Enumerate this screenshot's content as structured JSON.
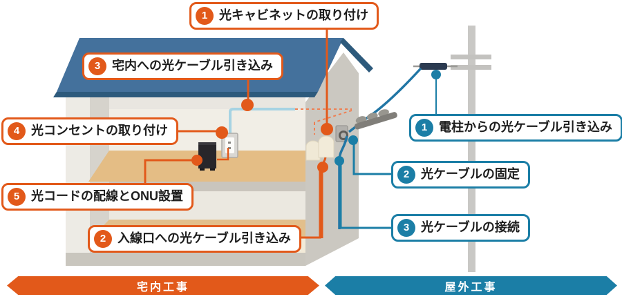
{
  "indoor": {
    "accent": "#e2591a",
    "banner": "宅内工事",
    "steps": [
      {
        "num": "1",
        "label": "光キャビネットの取り付け"
      },
      {
        "num": "2",
        "label": "入線口への光ケーブル引き込み"
      },
      {
        "num": "3",
        "label": "宅内への光ケーブル引き込み"
      },
      {
        "num": "4",
        "label": "光コンセントの取り付け"
      },
      {
        "num": "5",
        "label": "光コードの配線とONU設置"
      }
    ]
  },
  "outdoor": {
    "accent": "#1b7ea6",
    "banner": "屋外工事",
    "steps": [
      {
        "num": "1",
        "label": "電柱からの光ケーブル引き込み"
      },
      {
        "num": "2",
        "label": "光ケーブルの固定"
      },
      {
        "num": "3",
        "label": "光ケーブルの接続"
      }
    ]
  },
  "colors": {
    "roof": "#44719c",
    "roof_edge": "#2d5a7c",
    "wall": "#e9e6e0",
    "side_wall": "#cbc8c1",
    "wood_floor": "#e4bd85",
    "indoor_cable": "#a6d3e3",
    "outdoor_cable": "#2176a5"
  }
}
